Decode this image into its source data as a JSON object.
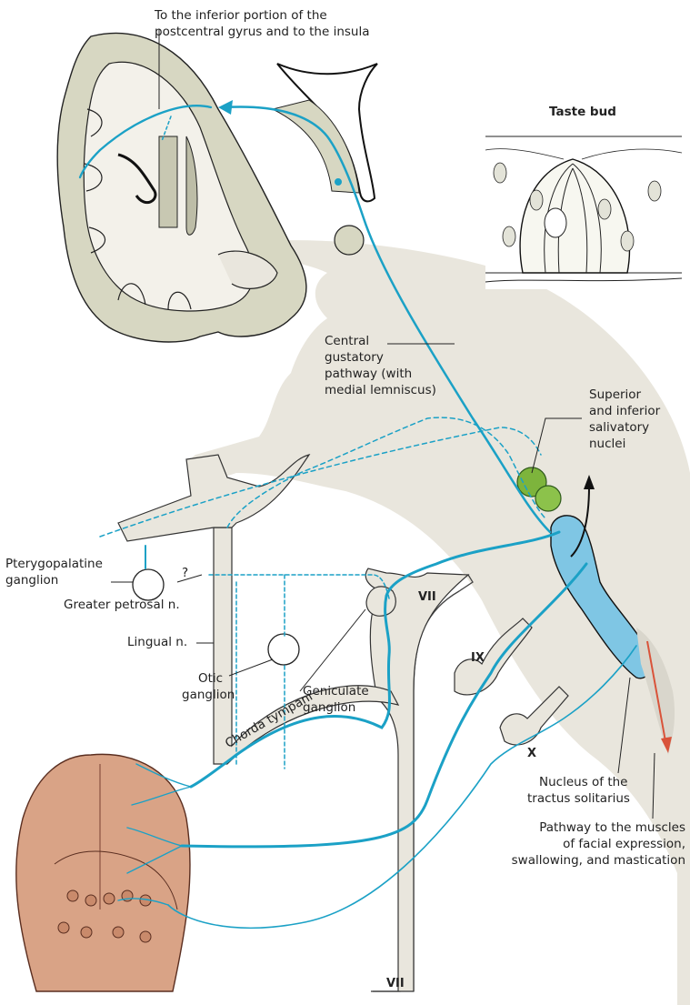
{
  "labels": {
    "insula_line1": "To the inferior portion of the",
    "insula_line2": "postcentral gyrus and to the insula",
    "taste_bud": "Taste bud",
    "central_line1": "Central",
    "central_line2": "gustatory",
    "central_line3": "pathway (with",
    "central_line4": "medial lemniscus)",
    "salivatory_line1": "Superior",
    "salivatory_line2": "and inferior",
    "salivatory_line3": "salivatory",
    "salivatory_line4": "nuclei",
    "pterygo_line1": "Pterygopalatine",
    "pterygo_line2": "ganglion",
    "question": "?",
    "greater_petrosal": "Greater petrosal n.",
    "lingual": "Lingual n.",
    "otic_line1": "Otic",
    "otic_line2": "ganglion",
    "geniculate_line1": "Geniculate",
    "geniculate_line2": "ganglion",
    "chorda": "Chorda tympani",
    "vii_top": "VII",
    "ix": "IX",
    "x": "X",
    "vii_bottom": "VII",
    "nucleus_line1": "Nucleus of the",
    "nucleus_line2": "tractus solitarius",
    "pathway_line1": "Pathway to the muscles",
    "pathway_line2": "of facial expression,",
    "pathway_line3": "swallowing, and mastication"
  },
  "colors": {
    "pathway": "#1ba1c6",
    "brainstem": "#e9e6dd",
    "gray_matter": "#d7d7c2",
    "nucleus": "#7fc6e4",
    "salivatory": "#7db43c",
    "tongue": "#d9a386",
    "motor_arrow": "#d9533a"
  }
}
